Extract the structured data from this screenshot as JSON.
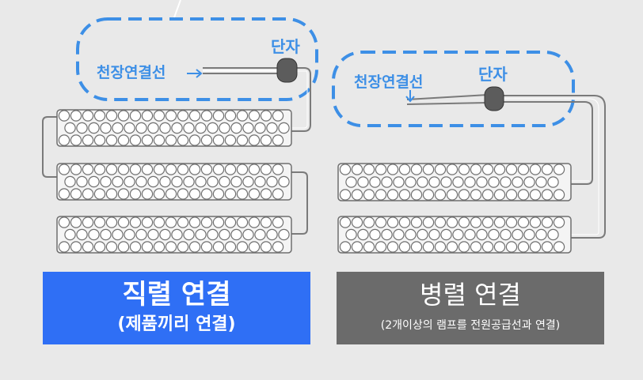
{
  "series": {
    "terminal_label": "단자",
    "ceiling_wire_label": "천장연결선",
    "title": "직렬 연결",
    "subtitle": "(제품끼리 연결)"
  },
  "parallel": {
    "terminal_label": "단자",
    "ceiling_wire_label": "천장연결선",
    "title": "병렬 연결",
    "subtitle": "(2개이상의 램프를 전원공급선과 연결)"
  },
  "colors": {
    "background": "#e9e9e9",
    "accent_blue": "#3d8fe6",
    "series_banner": "#2f6ff5",
    "parallel_banner": "#6b6b6b",
    "lamp_fill": "#f2f2f2",
    "wire": "#7a7a7a"
  }
}
